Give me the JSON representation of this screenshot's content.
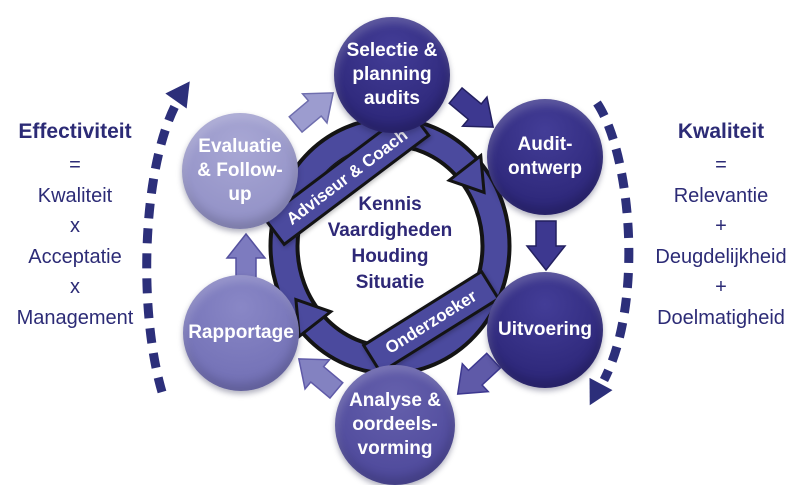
{
  "diagram": {
    "title_hint": "Audit cycle diagram (Dutch)",
    "center": {
      "label": "Kennis\nVaardigheden\nHouding\nSituatie"
    },
    "ribbons": {
      "adviseur": {
        "label": "Adviseur & Coach"
      },
      "onderzoeker": {
        "label": "Onderzoeker"
      }
    },
    "circles": {
      "selectie": {
        "label": "Selectie &\nplanning\naudits"
      },
      "audit": {
        "label": "Audit-\nontwerp"
      },
      "uitvoering": {
        "label": "Uitvoering"
      },
      "analyse": {
        "label": "Analyse &\noordeels-\nvorming"
      },
      "rapportage": {
        "label": "Rapportage"
      },
      "evaluatie": {
        "label": "Evaluatie\n& Follow-\nup"
      }
    },
    "left_formula": {
      "title": "Effectiviteit",
      "body": "=\nKwaliteit\nx\nAcceptatie\nx\nManagement"
    },
    "right_formula": {
      "title": "Kwaliteit",
      "body": "=\nRelevantie\n+\nDeugdelijkheid\n+\nDoelmatigheid"
    },
    "colors": {
      "dark_circle": "#37318a",
      "medium_circle": "#5a55a5",
      "lighter_circle": "#7c7abd",
      "light_circle": "#9c9ccf",
      "ring_and_ribbon": "#4b4a9e",
      "outline_black": "#141414",
      "dark_text": "#2c2b76",
      "dashed_arrow": "#2c2f7a",
      "white_text": "#ffffff"
    }
  }
}
